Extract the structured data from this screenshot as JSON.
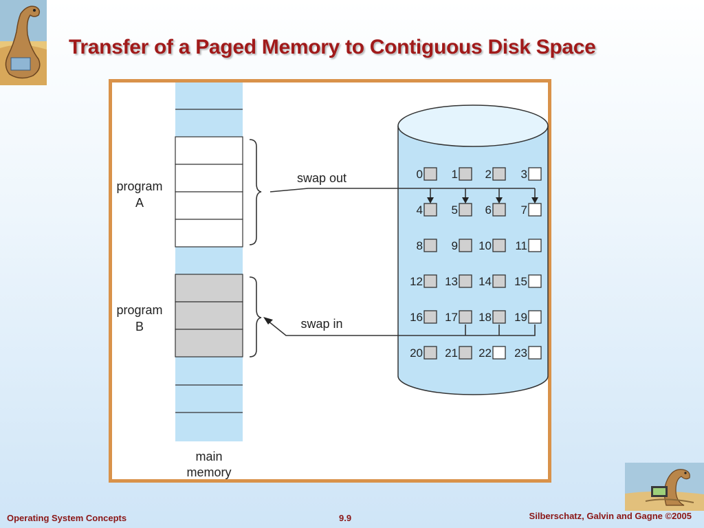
{
  "slide": {
    "title": "Transfer of a Paged Memory to Contiguous Disk Space",
    "footer_left": "Operating System Concepts",
    "footer_center": "9.9",
    "footer_right": "Silberschatz, Galvin and Gagne ©2005"
  },
  "colors": {
    "title": "#a11a1a",
    "frame_border": "#d9924a",
    "memory_fill": "#bfe2f6",
    "program_b_fill": "#d0d0d0",
    "disk_fill": "#bfe2f6",
    "block_used": "#d0d0d0",
    "block_free": "#ffffff"
  },
  "diagram": {
    "memory": {
      "label_line1": "main",
      "label_line2": "memory"
    },
    "program_a": {
      "line1": "program",
      "line2": "A"
    },
    "program_b": {
      "line1": "program",
      "line2": "B"
    },
    "swap_out": "swap out",
    "swap_in": "swap in",
    "disk_blocks": [
      {
        "n": "0",
        "used": true
      },
      {
        "n": "1",
        "used": true
      },
      {
        "n": "2",
        "used": true
      },
      {
        "n": "3",
        "used": false
      },
      {
        "n": "4",
        "used": true
      },
      {
        "n": "5",
        "used": true
      },
      {
        "n": "6",
        "used": true
      },
      {
        "n": "7",
        "used": false
      },
      {
        "n": "8",
        "used": true
      },
      {
        "n": "9",
        "used": true
      },
      {
        "n": "10",
        "used": true
      },
      {
        "n": "11",
        "used": false
      },
      {
        "n": "12",
        "used": true
      },
      {
        "n": "13",
        "used": true
      },
      {
        "n": "14",
        "used": true
      },
      {
        "n": "15",
        "used": false
      },
      {
        "n": "16",
        "used": true
      },
      {
        "n": "17",
        "used": true
      },
      {
        "n": "18",
        "used": true
      },
      {
        "n": "19",
        "used": false
      },
      {
        "n": "20",
        "used": true
      },
      {
        "n": "21",
        "used": true
      },
      {
        "n": "22",
        "used": false
      },
      {
        "n": "23",
        "used": false
      }
    ]
  }
}
